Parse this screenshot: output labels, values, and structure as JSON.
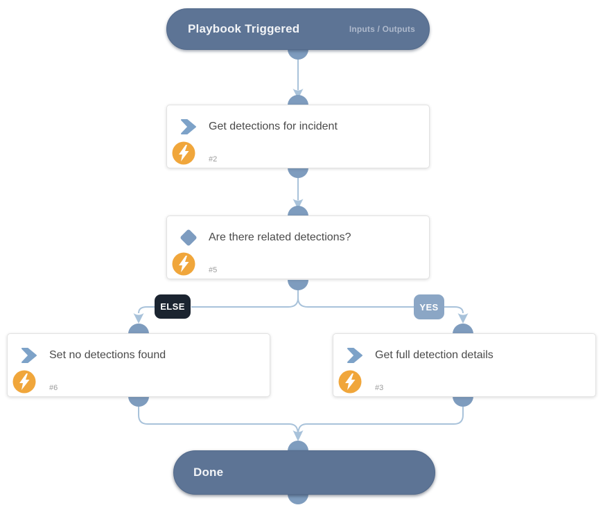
{
  "start_node": {
    "title": "Playbook Triggered",
    "link_label": "Inputs / Outputs"
  },
  "end_node": {
    "title": "Done"
  },
  "blocks": [
    {
      "title": "Get detections for incident",
      "id_label": "#2",
      "type": "action"
    },
    {
      "title": "Are there related detections?",
      "id_label": "#5",
      "type": "decision"
    },
    {
      "title": "Set no detections found",
      "id_label": "#6",
      "type": "action"
    },
    {
      "title": "Get full detection details",
      "id_label": "#3",
      "type": "action"
    }
  ],
  "branch_labels": {
    "else": "ELSE",
    "yes": "YES"
  },
  "icons": {
    "action": "chevron-right-icon",
    "decision": "diamond-icon",
    "automation": "lightning-bolt-icon"
  },
  "colors": {
    "node_fill": "#5d7495",
    "node_text": "#f2f4f7",
    "port_fill": "#7e9cbe",
    "edge_line": "#a8c2da",
    "box_border": "#e2e2e2",
    "box_title_text": "#4a4a4a",
    "box_id_text": "#9b9b9b",
    "action_icon": "#7da2c8",
    "decision_icon": "#7d9cc0",
    "bolt_circle": "#f0a63b",
    "else_bg": "#1b2430",
    "yes_bg": "#8ba6c5"
  }
}
